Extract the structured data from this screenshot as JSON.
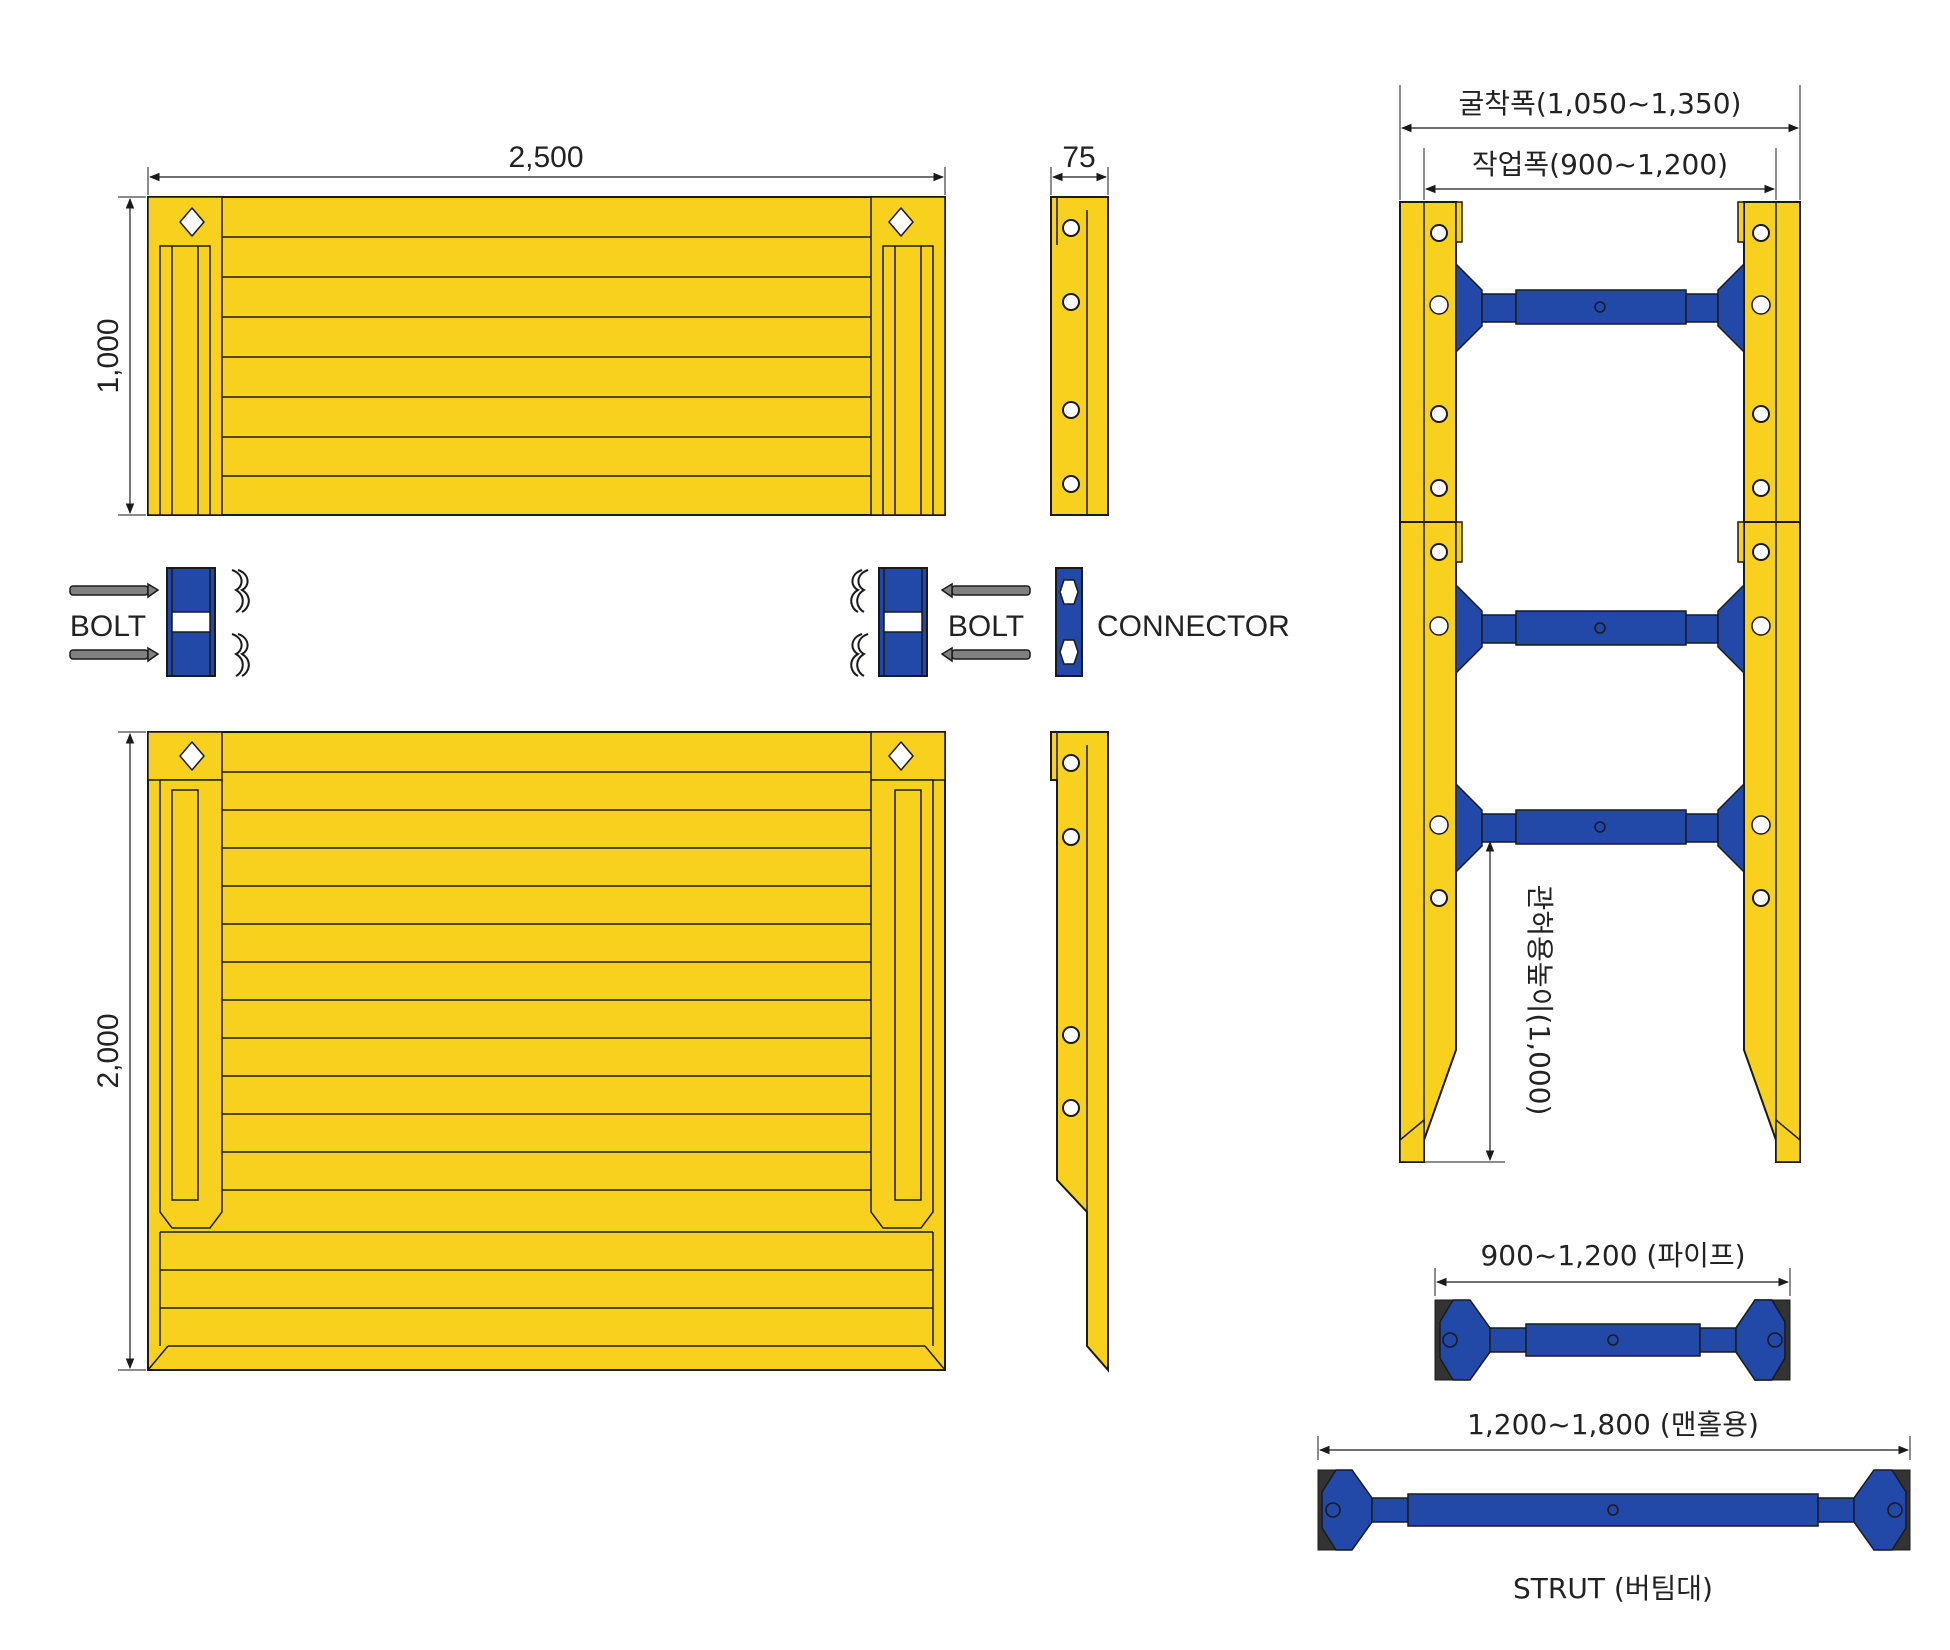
{
  "colors": {
    "panel": "#F7D11E",
    "strut": "#2248A8",
    "bolt": "#808080",
    "outline": "#1a1a1a"
  },
  "dimensions": {
    "panel_width": "2,500",
    "panel_height_small": "1,000",
    "panel_height_large": "2,000",
    "panel_thickness": "75",
    "excavation_width": "굴착폭(1,050~1,350)",
    "working_width": "작업폭(900~1,200)",
    "pipe_clearance": "관허용높이(1,000)",
    "strut_pipe": "900~1,200 (파이프)",
    "strut_manhole": "1,200~1,800 (맨홀용)"
  },
  "labels": {
    "bolt_left": "BOLT",
    "bolt_right": "BOLT",
    "connector": "CONNECTOR",
    "strut": "STRUT (버팀대)"
  },
  "icons": [
    "bolt-icon",
    "connector-icon",
    "hairpin-clip-icon",
    "strut-icon"
  ]
}
